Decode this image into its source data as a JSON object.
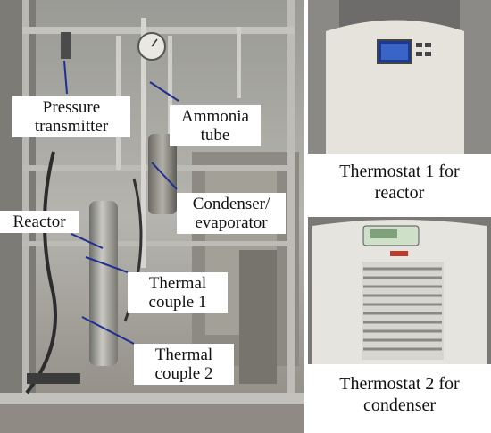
{
  "labels": {
    "pressure_transmitter": [
      "Pressure",
      "transmitter"
    ],
    "ammonia_tube": [
      "Ammonia",
      "tube"
    ],
    "condenser_evaporator": [
      "Condenser/",
      "evaporator"
    ],
    "reactor": "Reactor",
    "thermal_couple_1": [
      "Thermal",
      "couple 1"
    ],
    "thermal_couple_2": [
      "Thermal",
      "couple 2"
    ]
  },
  "captions": {
    "thermostat_1": [
      "Thermostat 1 for",
      "reactor"
    ],
    "thermostat_2": [
      "Thermostat 2 for",
      "condenser"
    ]
  },
  "colors": {
    "pointer_line": "#1f2f8f",
    "background": "#ffffff"
  }
}
